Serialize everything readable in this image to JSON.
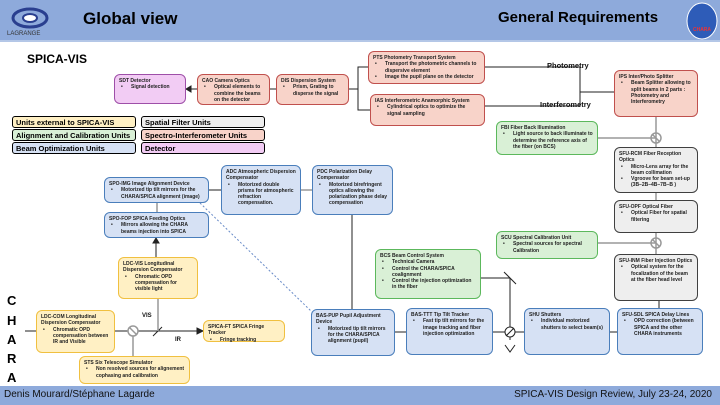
{
  "header": {
    "title": "Global view",
    "section": "General Requirements",
    "logo_left": "LAGRANGE",
    "logo_right": "CHARA"
  },
  "subtitle": "SPICA-VIS",
  "legend": [
    {
      "label": "Units external to SPICA-VIS",
      "color": "#fff0c4"
    },
    {
      "label": "Alignment and Calibration Units",
      "color": "#d9f0d6"
    },
    {
      "label": "Beam Optimization Units",
      "color": "#d6e1f4"
    },
    {
      "label": "Spatial Filter Units",
      "color": "#eeeeee"
    },
    {
      "label": "Spectro-Interferometer Units",
      "color": "#f8d3c9"
    },
    {
      "label": "Detector",
      "color": "#f2ccf4"
    }
  ],
  "labels": {
    "photometry": "Photometry",
    "interferometry": "Interferometry",
    "vis": "VIS",
    "ir": "IR",
    "chara": [
      "C",
      "H",
      "A",
      "R",
      "A"
    ]
  },
  "boxes": {
    "sdt": {
      "title": "SDT Detector",
      "items": [
        "Signal detection"
      ]
    },
    "cao": {
      "title": "CAO Camera Optics",
      "items": [
        "Optical elements to combine the beams on the detector"
      ]
    },
    "dis": {
      "title": "DIS Dispersion System",
      "items": [
        "Prism, Grating to disperse the signal"
      ]
    },
    "pts": {
      "title": "PTS Photometry Transport System",
      "items": [
        "Transport the photometric channels to dispersive element",
        "Image the pupil plane on the detector"
      ]
    },
    "ias": {
      "title": "IAS Interferometric Anamorphic System",
      "items": [
        "Cylindrical optics to optimize the signal sampling"
      ]
    },
    "ips": {
      "title": "IPS Inter/Photo Splitter",
      "items": [
        "Beam Splitter allowing to split beams in 2 parts : Photometry and Interferometry"
      ]
    },
    "fbi": {
      "title": "FBI Fiber Back Illumination",
      "items": [
        "Light source to back illuminate to determine the reference axis of the fiber (on BCS)"
      ]
    },
    "rcm": {
      "title": "SFU-RCM Fiber Reception Optics",
      "items": [
        "Micro-Lens array for the beam collimation",
        "Vgroove for beam set-up (3B–2B–4B–7B–B )"
      ]
    },
    "opf": {
      "title": "SFU-OPF Optical Fiber",
      "items": [
        "Optical Fiber for spatial filtering"
      ]
    },
    "scu": {
      "title": "SCU Spectral Calibration Unit",
      "items": [
        "Spectral sources for spectral Calibration"
      ]
    },
    "inm": {
      "title": "SFU-INM Fiber Injection Optics",
      "items": [
        "Optical system for the focalization of the beam at the fiber head level"
      ]
    },
    "bcs": {
      "title": "BCS Beam Control System",
      "items": [
        "Technical Camera",
        "Control the CHARA/SPICA coalignment",
        "Control the injection optimization in the fiber"
      ]
    },
    "adc": {
      "title": "ADC Atmospheric Dispersion Compensator",
      "items": [
        "Motorized double prisms for atmospheric refraction compensation."
      ]
    },
    "pdc": {
      "title": "PDC Polarization Delay Compensator",
      "items": [
        "Motorized birefringent optics allowing the polarization phase delay compensation"
      ]
    },
    "img": {
      "title": "SPO-IMG Image Alignment Device",
      "items": [
        "Motorized tip tilt mirrors for the CHARA/SPICA alignment (image)"
      ]
    },
    "fop": {
      "title": "SPO-FOP SPICA Feeding Optics",
      "items": [
        "Mirrors allowing the CHARA beams injection into SPICA"
      ]
    },
    "ldcvis": {
      "title": "LDC-VIS Longitudinal Dispersion Compensator",
      "items": [
        "Chromatic OPD compensation for visible light"
      ]
    },
    "ldccom": {
      "title": "LDC-COM Longitudinal Dispersion Compensator",
      "items": [
        "Chromatic OPD compensation between IR and Visible"
      ]
    },
    "ft": {
      "title": "SPICA-FT SPICA Fringe Tracker",
      "items": [
        "Fringe tracking"
      ]
    },
    "sts": {
      "title": "STS Six Telescope Simulator",
      "items": [
        "Non resolved sources for alignement cophasing and calibration"
      ]
    },
    "pup": {
      "title": "BAS-PUP Pupil Adjustment Device",
      "items": [
        "Motorized tip tilt mirrors for the CHARA/SPICA alignment (pupil)"
      ]
    },
    "ttt": {
      "title": "BAS-TTT Tip Tilt Tracker",
      "items": [
        "Fast tip tilt mirrors for the image tracking and fiber injection optimization"
      ]
    },
    "shu": {
      "title": "SHU Shutters",
      "items": [
        "Individual motorized shutters to select beam(s)"
      ]
    },
    "sdl": {
      "title": "SFU-SDL SPICA Delay Lines",
      "items": [
        "OPD correction (between SPICA and the other CHARA instruments"
      ]
    }
  },
  "footer": {
    "authors": "Denis Mourard/Stéphane Lagarde",
    "event": "SPICA-VIS Design Review, July 23-24, 2020"
  }
}
